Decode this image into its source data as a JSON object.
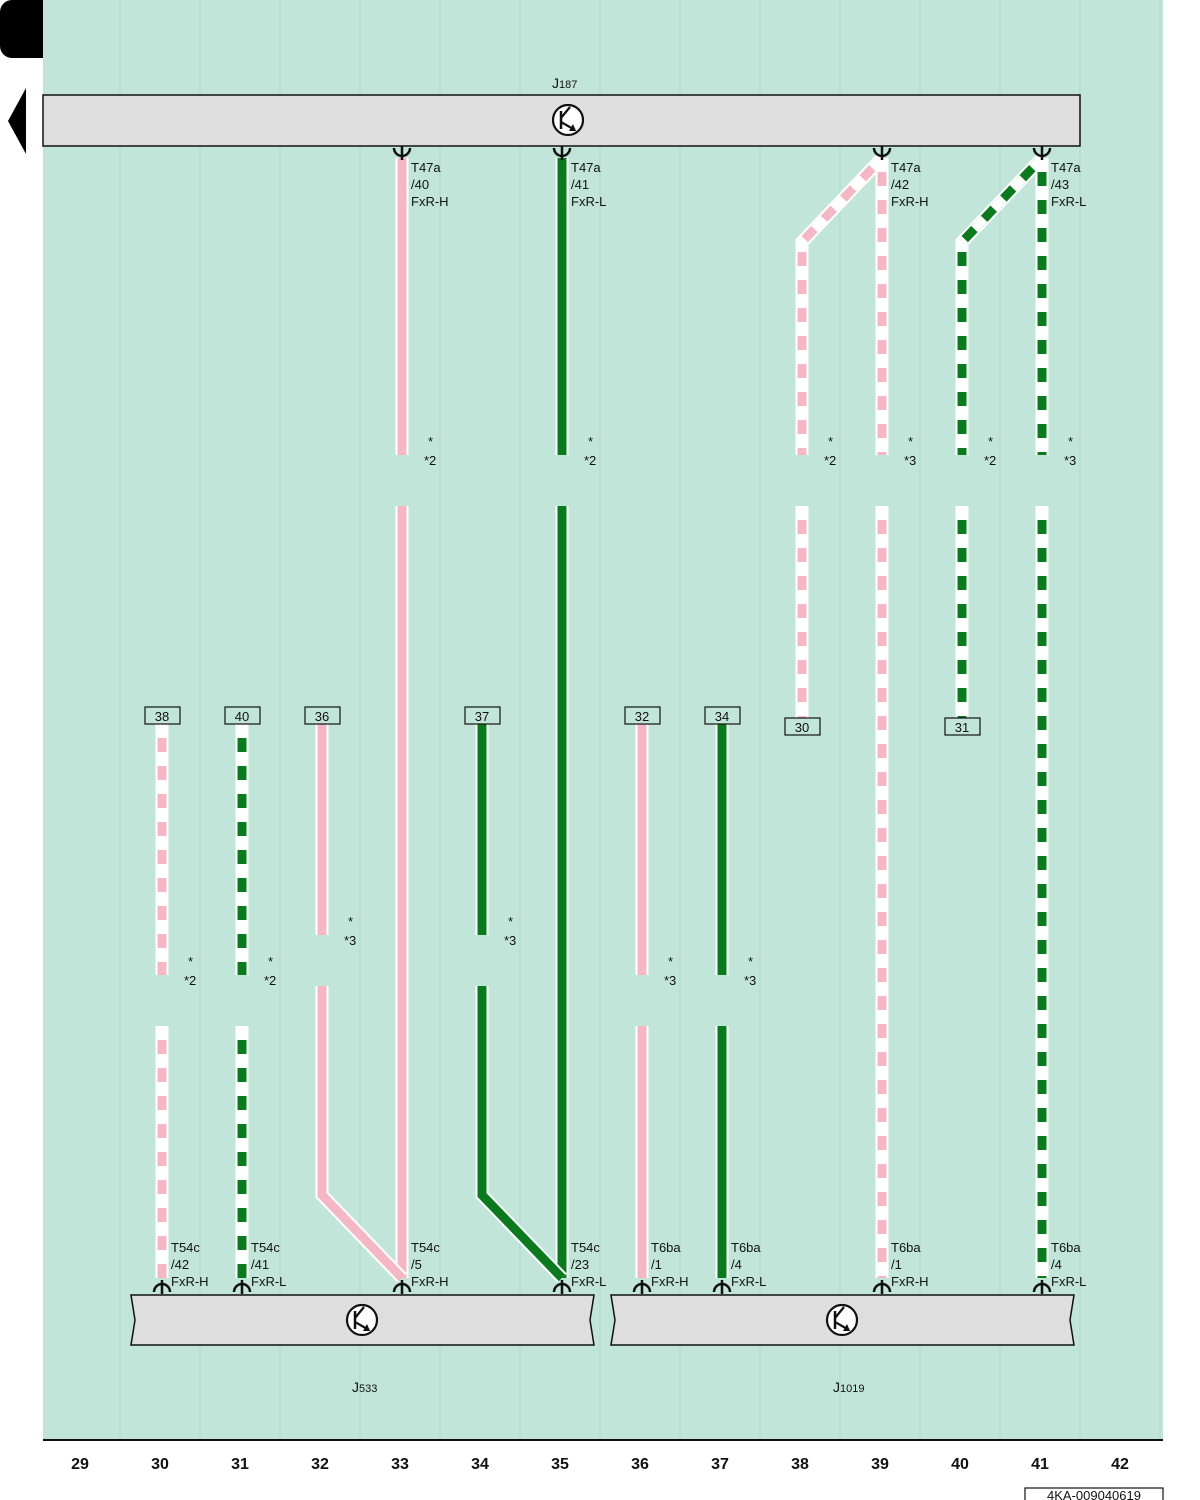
{
  "colors": {
    "background": "#c1e5d9",
    "pink": "#f4b8c4",
    "green": "#0b7a1e",
    "white": "#ffffff",
    "module_fill": "#dedede"
  },
  "modules": {
    "top": {
      "label": "J",
      "sub": "187",
      "icon": "transistor-icon"
    },
    "left": {
      "label": "J",
      "sub": "533",
      "icon": "transistor-icon"
    },
    "right": {
      "label": "J",
      "sub": "1019",
      "icon": "transistor-icon"
    }
  },
  "top_pins": [
    {
      "l1": "T47a",
      "l2": "/40",
      "l3": "FxR-H"
    },
    {
      "l1": "T47a",
      "l2": "/41",
      "l3": "FxR-L"
    },
    {
      "l1": "T47a",
      "l2": "/42",
      "l3": "FxR-H"
    },
    {
      "l1": "T47a",
      "l2": "/43",
      "l3": "FxR-L"
    }
  ],
  "bottom_pins": [
    {
      "l1": "T54c",
      "l2": "/42",
      "l3": "FxR-H"
    },
    {
      "l1": "T54c",
      "l2": "/41",
      "l3": "FxR-L"
    },
    {
      "l1": "T54c",
      "l2": "/5",
      "l3": "FxR-H"
    },
    {
      "l1": "T54c",
      "l2": "/23",
      "l3": "FxR-L"
    },
    {
      "l1": "T6ba",
      "l2": "/1",
      "l3": "FxR-H"
    },
    {
      "l1": "T6ba",
      "l2": "/4",
      "l3": "FxR-L"
    },
    {
      "l1": "T6ba",
      "l2": "/1",
      "l3": "FxR-H"
    },
    {
      "l1": "T6ba",
      "l2": "/4",
      "l3": "FxR-L"
    }
  ],
  "references": [
    "38",
    "40",
    "36",
    "37",
    "32",
    "34",
    "30",
    "31"
  ],
  "notes": [
    "*",
    "*2",
    "*2",
    "*2",
    "*3",
    "*2",
    "*3",
    "*2",
    "*2",
    "*3",
    "*3",
    "*3",
    "*3",
    "*3"
  ],
  "columns": [
    "29",
    "30",
    "31",
    "32",
    "33",
    "34",
    "35",
    "36",
    "37",
    "38",
    "39",
    "40",
    "41",
    "42"
  ],
  "figure_id": "4KA-009040619"
}
